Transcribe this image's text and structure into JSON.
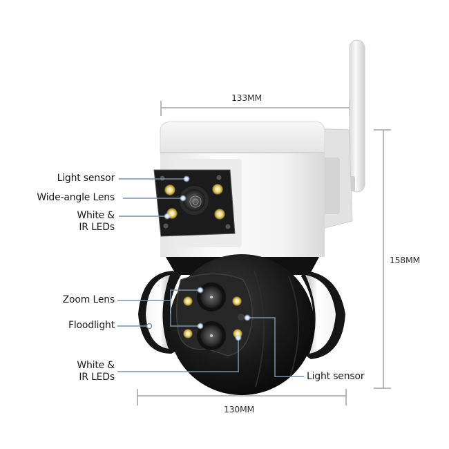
{
  "diagram": {
    "subject": "Dual-lens PTZ security camera",
    "dimensions": {
      "top_width": "133MM",
      "height": "158MM",
      "bottom_width": "130MM"
    },
    "callouts_upper": {
      "light_sensor": "Light sensor",
      "wide_angle_lens": "Wide-angle Lens",
      "white_ir_leds_line1": "White &",
      "white_ir_leds_line2": "IR LEDs"
    },
    "callouts_lower": {
      "zoom_lens": "Zoom Lens",
      "floodlight": "Floodlight",
      "white_ir_leds_line1": "White &",
      "white_ir_leds_line2": "IR LEDs",
      "light_sensor": "Light sensor"
    },
    "colors": {
      "background": "#ffffff",
      "housing_white": "#f2f2f2",
      "housing_black": "#141414",
      "led_yellow": "#e8d66a",
      "callout_line": "#6f8aa8",
      "dimension_line": "#9a9a9a",
      "text": "#1a1a1a"
    }
  }
}
